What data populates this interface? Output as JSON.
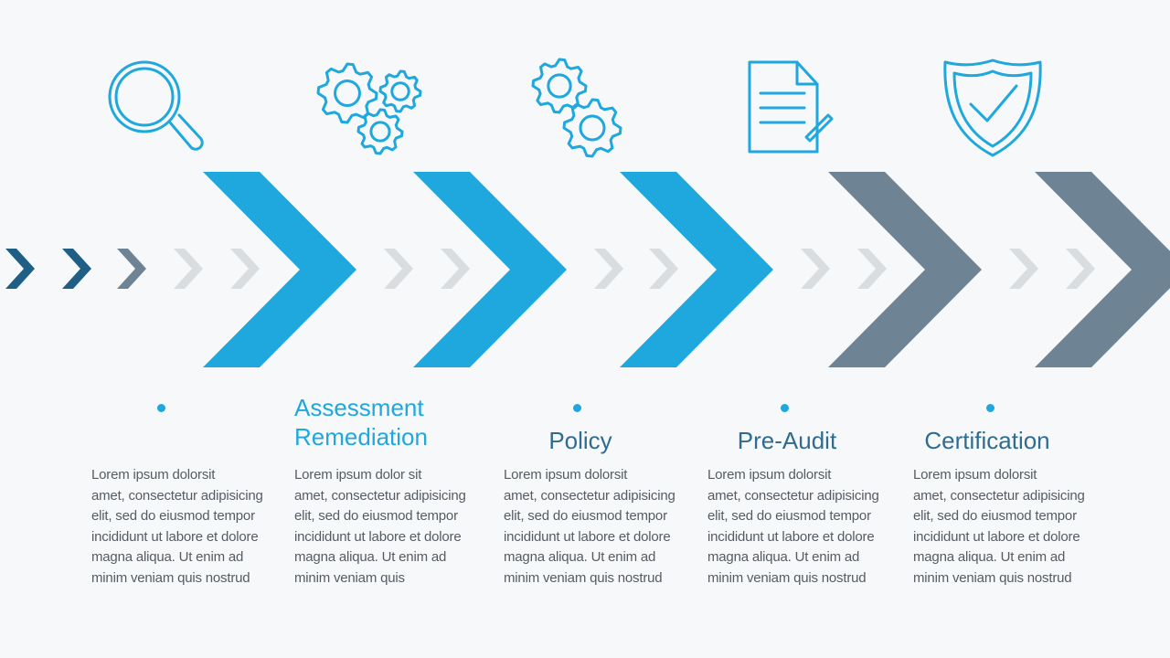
{
  "colors": {
    "accent": "#1ea8de",
    "dark_blue": "#1f5f85",
    "slate": "#6e8494",
    "light_gray": "#d9dde0",
    "title_blue": "#2f6c8f",
    "text_gray": "#555c63"
  },
  "stages": [
    {
      "icon": "magnifier-icon",
      "title_lines": [],
      "text": [
        "Lorem ipsum dolorsit",
        "amet, consectetur adipisicing",
        "elit, sed do eiusmod tempor",
        "incididunt ut labore et dolore",
        "magna aliqua. Ut enim ad",
        "minim veniam quis nostrud"
      ],
      "chevron_color": "#1ea8de",
      "dot": true
    },
    {
      "icon": "gears-icon",
      "title_lines": [
        "Assessment",
        "Remediation"
      ],
      "text": [
        "Lorem ipsum dolor sit",
        "amet, consectetur adipisicing",
        "elit, sed do eiusmod tempor",
        "incididunt ut labore et dolore",
        "magna aliqua. Ut enim ad",
        "minim veniam quis"
      ],
      "chevron_color": "#1ea8de",
      "dot": false
    },
    {
      "icon": "gears-icon",
      "title_lines": [
        "Policy"
      ],
      "text": [
        "Lorem ipsum dolorsit",
        "amet, consectetur adipisicing",
        "elit, sed do eiusmod tempor",
        "incididunt ut labore et dolore",
        "magna aliqua. Ut enim ad",
        "minim veniam quis nostrud"
      ],
      "chevron_color": "#1ea8de",
      "dot": true
    },
    {
      "icon": "document-icon",
      "title_lines": [
        "Pre-Audit"
      ],
      "text": [
        "Lorem ipsum dolorsit",
        "amet, consectetur adipisicing",
        "elit, sed do eiusmod tempor",
        "incididunt ut labore et dolore",
        "magna aliqua. Ut enim ad",
        "minim veniam quis nostrud"
      ],
      "chevron_color": "#6e8494",
      "dot": true
    },
    {
      "icon": "shield-check-icon",
      "title_lines": [
        "Certification"
      ],
      "text": [
        "Lorem ipsum dolorsit",
        "amet, consectetur adipisicing",
        "elit, sed do eiusmod tempor",
        "incididunt ut labore et dolore",
        "magna aliqua. Ut enim ad",
        "minim veniam quis nostrud"
      ],
      "chevron_color": "#6e8494",
      "dot": true
    }
  ]
}
